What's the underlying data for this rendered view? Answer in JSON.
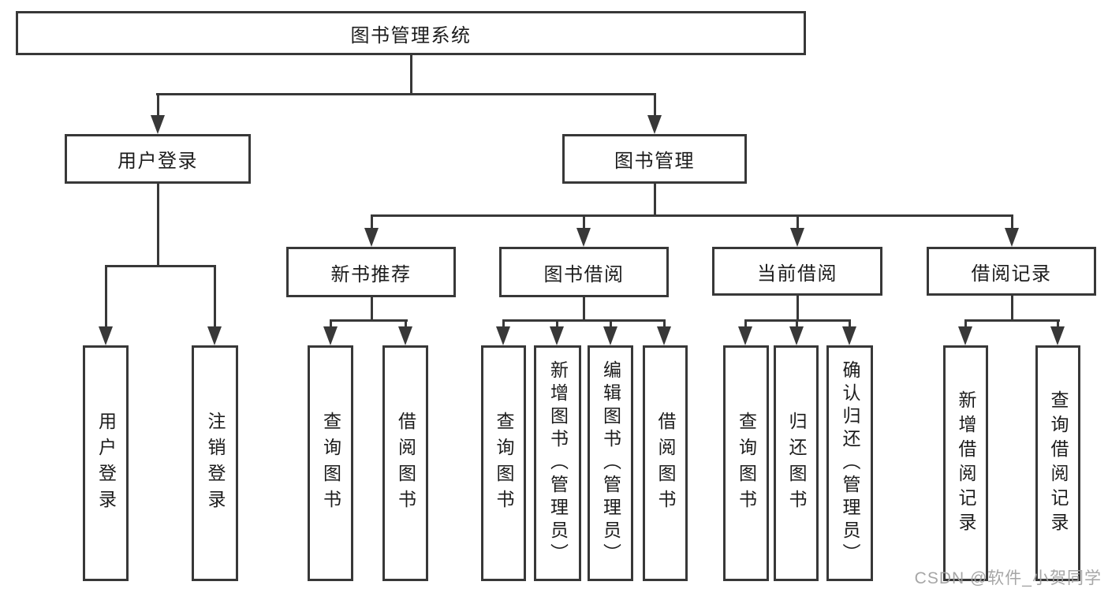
{
  "tree": {
    "label": "图书管理系统",
    "children": [
      {
        "label": "用户登录",
        "children": [
          {
            "label": "用户登录"
          },
          {
            "label": "注销登录"
          }
        ]
      },
      {
        "label": "图书管理",
        "children": [
          {
            "label": "新书推荐",
            "children": [
              {
                "label": "查询图书"
              },
              {
                "label": "借阅图书"
              }
            ]
          },
          {
            "label": "图书借阅",
            "children": [
              {
                "label": "查询图书"
              },
              {
                "label": "新增图书（管理员）"
              },
              {
                "label": "编辑图书（管理员）"
              },
              {
                "label": "借阅图书"
              }
            ]
          },
          {
            "label": "当前借阅",
            "children": [
              {
                "label": "查询图书"
              },
              {
                "label": "归还图书"
              },
              {
                "label": "确认归还（管理员）"
              }
            ]
          },
          {
            "label": "借阅记录",
            "children": [
              {
                "label": "新增借阅记录"
              },
              {
                "label": "查询借阅记录"
              }
            ]
          }
        ]
      }
    ]
  },
  "watermark": {
    "text": "CSDN @软件_小贺同学"
  },
  "colors": {
    "line": "#383838",
    "box_fill": "#ffffff",
    "text": "#1c1c1c",
    "watermark": "#9e9e9e",
    "background": "#ffffff"
  }
}
